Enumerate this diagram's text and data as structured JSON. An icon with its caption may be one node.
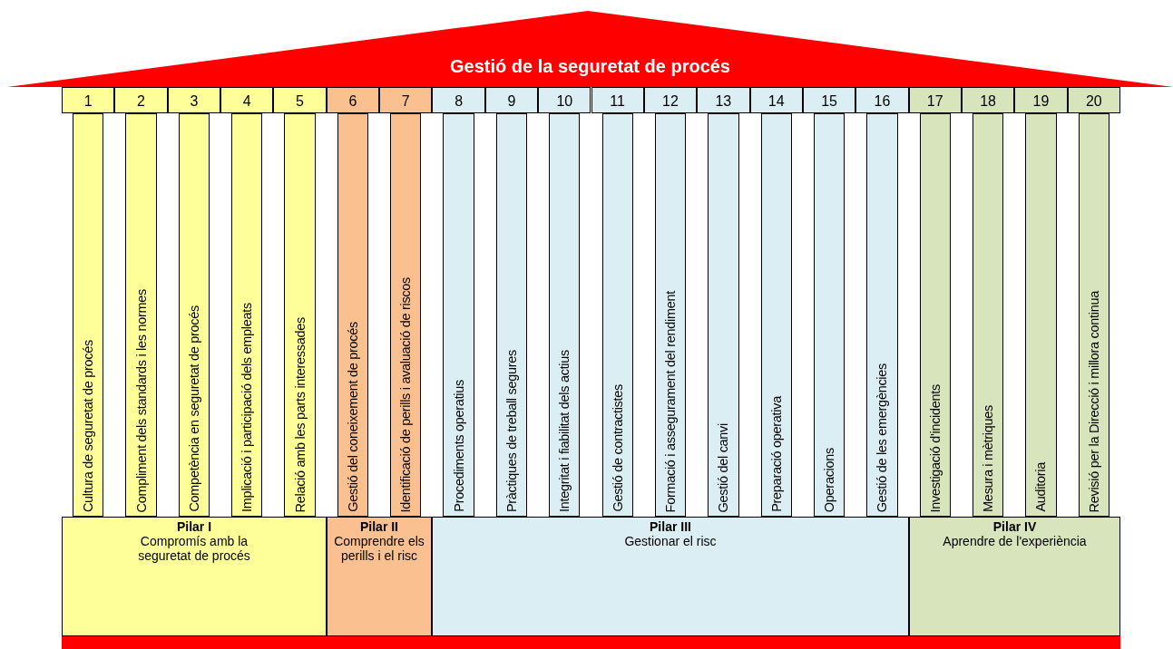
{
  "diagram": {
    "nodes": [
      {
        "text": [
          "Gestió de la seguretat de procés"
        ]
      },
      {
        "text": [
          "1",
          "Cultura de seguretat de procés"
        ]
      },
      {
        "text": [
          "2",
          "Compliment dels standards i les normes"
        ]
      },
      {
        "text": [
          "3",
          "Competència en seguretat de procés"
        ]
      },
      {
        "text": [
          "4",
          "Implicació i participació dels empleats"
        ]
      },
      {
        "text": [
          "5",
          "Relació amb les parts interessades"
        ]
      },
      {
        "text": [
          "6",
          "Gestió del coneixement de procés"
        ]
      },
      {
        "text": [
          "7",
          "Identificació de perills i avaluació de riscos"
        ]
      },
      {
        "text": [
          "8",
          "Procediments operatius"
        ]
      },
      {
        "text": [
          "9",
          "Pràctiques de treball segures"
        ]
      },
      {
        "text": [
          "10",
          "Integritat i fiabilitat dels actius"
        ]
      },
      {
        "text": [
          "11",
          "Gestió de contractistes"
        ]
      },
      {
        "text": [
          "12",
          "Formació i assegurament del rendiment"
        ]
      },
      {
        "text": [
          "13",
          "Gestió del canvi"
        ]
      },
      {
        "text": [
          "14",
          "Preparació operativa"
        ]
      },
      {
        "text": [
          "15",
          "Operacions"
        ]
      },
      {
        "text": [
          "16",
          "Gestió de les emergències"
        ]
      },
      {
        "text": [
          "17",
          "Investigació d'incidents"
        ]
      },
      {
        "text": [
          "18",
          "Mesura i mètriques"
        ]
      },
      {
        "text": [
          "19",
          "Auditoria"
        ]
      },
      {
        "text": [
          "20",
          "Revisió per la Direcció i millora continua"
        ]
      },
      {
        "text": [
          "Pilar I",
          "Compromís amb la seguretat de procés"
        ]
      },
      {
        "text": [
          "Pilar II",
          "Comprendre els perills i el risc"
        ]
      },
      {
        "text": [
          "Pilar III",
          "Gestionar el risc"
        ]
      },
      {
        "text": [
          "Pilar IV",
          "Aprendre de l'experiència"
        ]
      },
      {
        "text": [],
        "shape": "bar"
      }
    ],
    "edges": []
  }
}
